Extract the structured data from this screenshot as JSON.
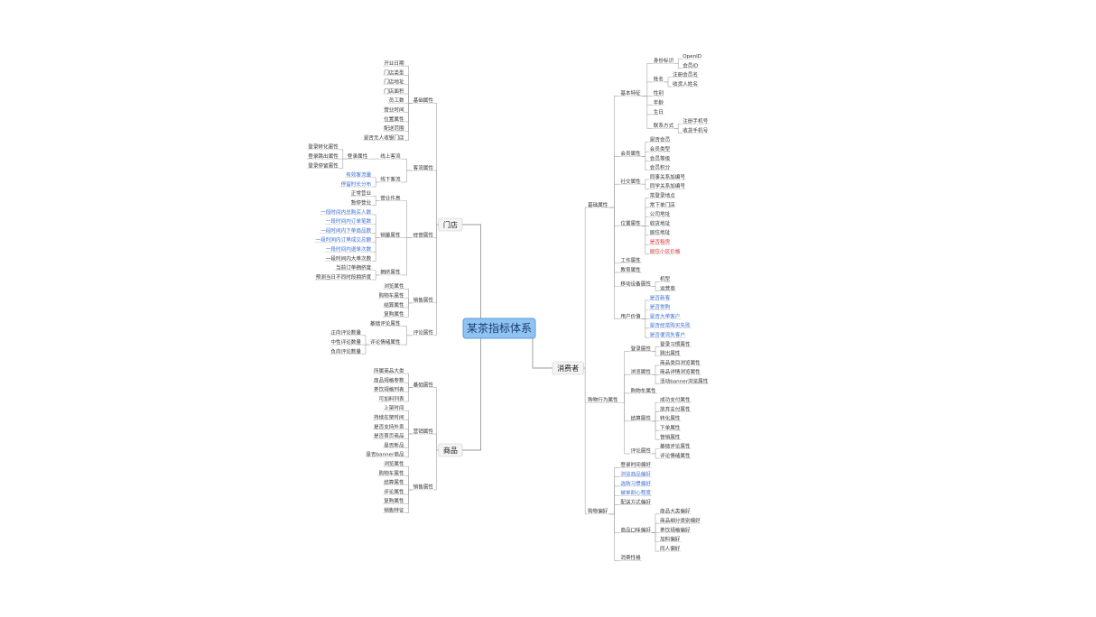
{
  "root": "某茶指标体系",
  "branches": [
    {
      "label": "门店",
      "children": [
        {
          "label": "基础属性",
          "children": [
            {
              "label": "开业日期"
            },
            {
              "label": "门店类型"
            },
            {
              "label": "门店地址"
            },
            {
              "label": "门店面积"
            },
            {
              "label": "员工数"
            },
            {
              "label": "营业时间"
            },
            {
              "label": "位置属性"
            },
            {
              "label": "配送范围"
            },
            {
              "label": "是否无人收银门店"
            }
          ]
        },
        {
          "label": "客流属性",
          "children": [
            {
              "label": "线上客流",
              "children": [
                {
                  "label": "登录属性",
                  "children": [
                    {
                      "label": "登录转化属性"
                    },
                    {
                      "label": "登录跳出属性"
                    },
                    {
                      "label": "登录停留属性"
                    }
                  ]
                }
              ]
            },
            {
              "label": "线下客流",
              "children": [
                {
                  "label": "有效客流量",
                  "color": "blue"
                },
                {
                  "label": "停留时长分布",
                  "color": "blue"
                }
              ]
            }
          ]
        },
        {
          "label": "经营属性",
          "children": [
            {
              "label": "营业作息",
              "children": [
                {
                  "label": "正常营业"
                },
                {
                  "label": "暂停营业"
                }
              ]
            },
            {
              "label": "销量属性",
              "children": [
                {
                  "label": "一段时间内总购买人数",
                  "color": "blue"
                },
                {
                  "label": "一段时间内订单笔数",
                  "color": "blue"
                },
                {
                  "label": "一段时间内下单商品数",
                  "color": "blue"
                },
                {
                  "label": "一段时间内订单成交总额",
                  "color": "blue"
                },
                {
                  "label": "一段时间内退单次数",
                  "color": "blue"
                },
                {
                  "label": "一段时间内大单次数"
                }
              ]
            },
            {
              "label": "拥挤属性",
              "children": [
                {
                  "label": "当前订单拥挤度"
                },
                {
                  "label": "预测当日不同时段拥挤度"
                }
              ]
            }
          ]
        },
        {
          "label": "销售属性",
          "children": [
            {
              "label": "浏览属性"
            },
            {
              "label": "购物车属性"
            },
            {
              "label": "结算属性"
            },
            {
              "label": "复购属性"
            }
          ]
        },
        {
          "label": "评论属性",
          "children": [
            {
              "label": "基础评论属性"
            },
            {
              "label": "评论情绪属性",
              "children": [
                {
                  "label": "正向评论数量"
                },
                {
                  "label": "中性评论数量"
                },
                {
                  "label": "负向评论数量"
                }
              ]
            }
          ]
        }
      ]
    },
    {
      "label": "商品",
      "children": [
        {
          "label": "基础属性",
          "children": [
            {
              "label": "所属商品大类"
            },
            {
              "label": "商品规格参数"
            },
            {
              "label": "茶饮规格列表"
            },
            {
              "label": "可加料列表"
            }
          ]
        },
        {
          "label": "营销属性",
          "children": [
            {
              "label": "上架时间"
            },
            {
              "label": "持续在架时间"
            },
            {
              "label": "是否支持外卖"
            },
            {
              "label": "是否首页商品"
            },
            {
              "label": "是否新品"
            },
            {
              "label": "是否banner商品"
            }
          ]
        },
        {
          "label": "销售属性",
          "children": [
            {
              "label": "浏览属性"
            },
            {
              "label": "购物车属性"
            },
            {
              "label": "结算属性"
            },
            {
              "label": "评论属性"
            },
            {
              "label": "复购属性"
            },
            {
              "label": "销售特征"
            }
          ]
        }
      ]
    },
    {
      "label": "消费者",
      "children": [
        {
          "label": "基础属性",
          "children": [
            {
              "label": "基本特征",
              "children": [
                {
                  "label": "身份标识",
                  "children": [
                    {
                      "label": "OpenID"
                    },
                    {
                      "label": "会员ID"
                    }
                  ]
                },
                {
                  "label": "姓名",
                  "children": [
                    {
                      "label": "注册会员名"
                    },
                    {
                      "label": "收货人姓名"
                    }
                  ]
                },
                {
                  "label": "性别"
                },
                {
                  "label": "年龄"
                },
                {
                  "label": "生日"
                },
                {
                  "label": "联系方式",
                  "children": [
                    {
                      "label": "注册手机号"
                    },
                    {
                      "label": "收货手机号"
                    }
                  ]
                }
              ]
            },
            {
              "label": "会员属性",
              "children": [
                {
                  "label": "是否会员"
                },
                {
                  "label": "会员类型"
                },
                {
                  "label": "会员等级"
                },
                {
                  "label": "会员积分"
                }
              ]
            },
            {
              "label": "社交属性",
              "children": [
                {
                  "label": "同事关系加编号"
                },
                {
                  "label": "同学关系加编号"
                }
              ]
            },
            {
              "label": "位置属性",
              "children": [
                {
                  "label": "常登录地点"
                },
                {
                  "label": "常下单门店"
                },
                {
                  "label": "公司地址"
                },
                {
                  "label": "收货地址"
                },
                {
                  "label": "居住地址"
                },
                {
                  "label": "是否租房",
                  "color": "red"
                },
                {
                  "label": "居住小区价格",
                  "color": "red"
                }
              ]
            },
            {
              "label": "工作属性"
            },
            {
              "label": "教育属性"
            },
            {
              "label": "移动设备属性",
              "children": [
                {
                  "label": "机型"
                },
                {
                  "label": "运营商"
                }
              ]
            },
            {
              "label": "用户价值",
              "children": [
                {
                  "label": "是否新客",
                  "color": "blue"
                },
                {
                  "label": "是否常购",
                  "color": "blue"
                },
                {
                  "label": "是否大单客户",
                  "color": "blue"
                },
                {
                  "label": "是否经常购买失败",
                  "color": "blue"
                },
                {
                  "label": "是否便流失客户",
                  "color": "blue"
                }
              ]
            }
          ]
        },
        {
          "label": "购物行为属性",
          "children": [
            {
              "label": "登录属性",
              "children": [
                {
                  "label": "登录习惯属性"
                },
                {
                  "label": "跳出属性"
                }
              ]
            },
            {
              "label": "浏览属性",
              "children": [
                {
                  "label": "商品类目浏览属性"
                },
                {
                  "label": "商品详情浏览属性"
                },
                {
                  "label": "活动banner浏览属性"
                }
              ]
            },
            {
              "label": "购物车属性"
            },
            {
              "label": "结算属性",
              "children": [
                {
                  "label": "成功支付属性"
                },
                {
                  "label": "放弃支付属性"
                },
                {
                  "label": "转化属性"
                },
                {
                  "label": "下单属性"
                },
                {
                  "label": "营销属性"
                }
              ]
            },
            {
              "label": "评论属性",
              "children": [
                {
                  "label": "基础评论属性"
                },
                {
                  "label": "评论情绪属性"
                }
              ]
            }
          ]
        },
        {
          "label": "购物偏好",
          "children": [
            {
              "label": "登录时间偏好"
            },
            {
              "label": "浏览商品偏好",
              "color": "blue"
            },
            {
              "label": "选购习惯偏好",
              "color": "blue"
            },
            {
              "label": "被单耐心程度",
              "color": "blue"
            },
            {
              "label": "配送方式偏好"
            },
            {
              "label": "商品口味偏好",
              "children": [
                {
                  "label": "商品大类偏好"
                },
                {
                  "label": "商品细分类别偏好"
                },
                {
                  "label": "茶饮规格偏好"
                },
                {
                  "label": "加料偏好"
                },
                {
                  "label": "同人偏好"
                }
              ]
            },
            {
              "label": "消费性格"
            }
          ]
        }
      ]
    }
  ],
  "colors": {
    "blue": "#3a6fd8",
    "red": "#e03030",
    "root_fill": "#8fc4f2"
  }
}
